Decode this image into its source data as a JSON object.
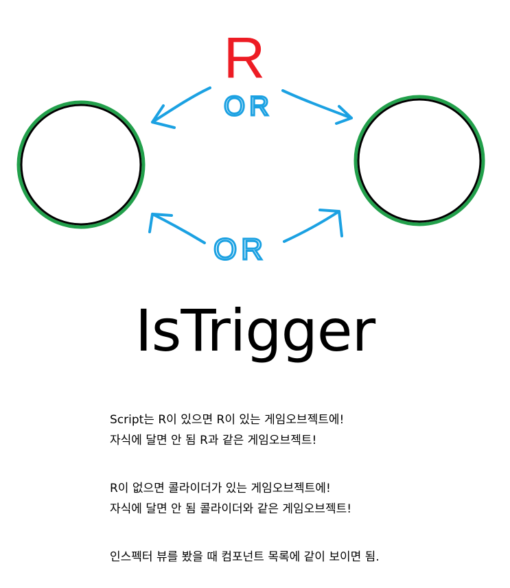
{
  "diagram": {
    "label_top": "R",
    "label_or_top": "OR",
    "label_or_bottom": "OR",
    "colors": {
      "r_label": "#ed1c24",
      "arrows": "#1ba1e2",
      "circle_ring": "#22a04b",
      "circle_outline": "#000000"
    }
  },
  "title": "IsTrigger",
  "notes": {
    "para1_line1": "Script는 R이 있으면 R이 있는 게임오브젝트에!",
    "para1_line2": "자식에 달면 안 됨 R과 같은 게임오브젝트!",
    "para2_line1": "R이 없으면 콜라이더가 있는 게임오브젝트에!",
    "para2_line2": "자식에 달면 안 됨 콜라이더와 같은 게임오브젝트!",
    "para3_line1": "인스펙터 뷰를 봤을 때 컴포넌트 목록에 같이 보이면 됨."
  }
}
